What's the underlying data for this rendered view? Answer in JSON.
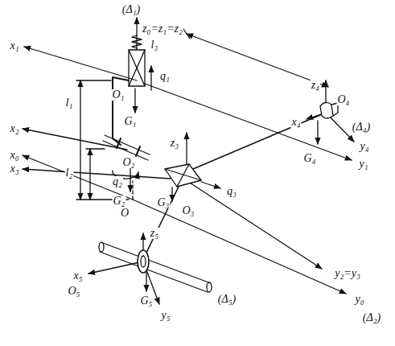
{
  "diagram": {
    "labels": [
      "(Δ₁)",
      "z₀=z₁=z₂",
      "l₃",
      "q₁",
      "O₁",
      "G₁",
      "x₁",
      "l₁",
      "O₂",
      "x₂",
      "l₂",
      "q₂",
      "G₂",
      "x₀",
      "O",
      "x₃",
      "z₃",
      "O₃",
      "G₃",
      "q₃",
      "z₄",
      "x₄",
      "O₄",
      "(Δ₄)",
      "y₄",
      "y₁",
      "G₄",
      "y₂=y₃",
      "(Δ₂)",
      "z₅",
      "x₅",
      "O₅",
      "G₅",
      "(Δ₅)",
      "y₅",
      "y₀"
    ]
  }
}
